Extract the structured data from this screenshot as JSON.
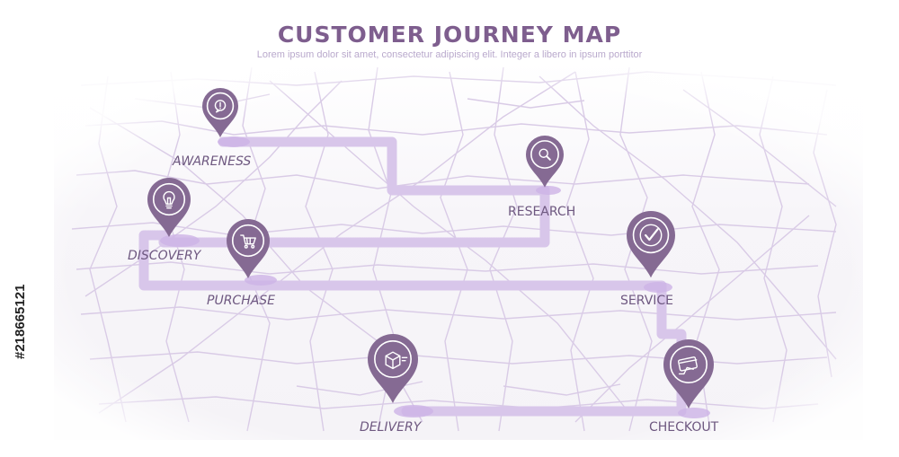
{
  "title": "CUSTOMER JOURNEY MAP",
  "subtitle": "Lorem ipsum dolor sit amet, consectetur adipiscing elit. Integer a libero in ipsum porttitor",
  "side_text": "#218665121",
  "colors": {
    "pin": "#856a93",
    "route": "#d8c6ea",
    "streets": "#d7c8e4",
    "title": "#7e5e8e",
    "label": "#6e5880"
  },
  "stages": [
    {
      "id": "awareness",
      "label": "AWARENESS",
      "icon": "alert-speech-bubble-icon"
    },
    {
      "id": "research",
      "label": "RESEARCH",
      "icon": "magnifier-icon"
    },
    {
      "id": "discovery",
      "label": "DISCOVERY",
      "icon": "lightbulb-icon"
    },
    {
      "id": "purchase",
      "label": "PURCHASE",
      "icon": "shopping-cart-icon"
    },
    {
      "id": "service",
      "label": "SERVICE",
      "icon": "checkmark-icon"
    },
    {
      "id": "delivery",
      "label": "DELIVERY",
      "icon": "package-box-icon"
    },
    {
      "id": "checkout",
      "label": "CHECKOUT",
      "icon": "credit-card-icon"
    }
  ]
}
